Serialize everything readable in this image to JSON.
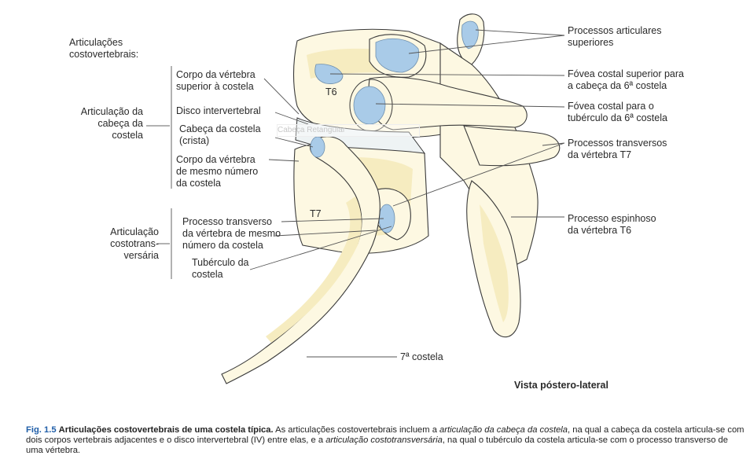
{
  "labels": {
    "costovertebral_title": [
      "Articulações",
      "costovertebrais:"
    ],
    "head_joint": [
      "Articulação da",
      "cabeça da",
      "costela"
    ],
    "costotransverse_joint": [
      "Articulação",
      "costotrans-",
      "versária"
    ],
    "upper_body": [
      "Corpo da vértebra",
      "superior à costela"
    ],
    "disc": [
      "Disco intervertebral"
    ],
    "rib_head": [
      "Cabeça da costela",
      "(crista)"
    ],
    "same_body": [
      "Corpo da vértebra",
      "de mesmo número",
      "da costela"
    ],
    "transverse_same": [
      "Processo transverso",
      "da vértebra de mesmo",
      "número da costela"
    ],
    "tubercle": [
      "Tubérculo da",
      "costela"
    ],
    "sup_articular": [
      "Processos articulares",
      "superiores"
    ],
    "sup_costal_facet": [
      "Fóvea costal superior para",
      "a cabeça da 6ª costela"
    ],
    "transverse_facet": [
      "Fóvea costal para o",
      "tubérculo da 6ª costela"
    ],
    "transverse_t7": [
      "Processos transversos",
      "da vértebra T7"
    ],
    "spinous_t6": [
      "Processo espinhoso",
      "da vértebra T6"
    ],
    "t6": "T6",
    "t7": "T7",
    "rib7": "7ª costela",
    "view": "Vista póstero-lateral",
    "watermark": "Cabeça Retangular"
  },
  "caption": {
    "fig": "Fig. 1.5",
    "title": "Articulações costovertebrais de uma costela típica.",
    "t1": " As articulações costovertebrais incluem a ",
    "i1": "articulação da cabeça da costela",
    "t2": ", na qual a cabeça da costela articula-se com dois corpos vertebrais adjacentes e o disco intervertebral (IV) entre elas, e a ",
    "i2": "articulação costotransversária",
    "t3": ", na qual o tubérculo da costela articula-se com o processo transverso de uma vértebra."
  },
  "colors": {
    "bone_fill": "#fdf8e2",
    "bone_shade": "#f6ecc0",
    "facet": "#a9cbe8",
    "cartilage": "#cfe0ee",
    "outline": "#3a3a3a",
    "caption_accent": "#1f5ea8"
  }
}
